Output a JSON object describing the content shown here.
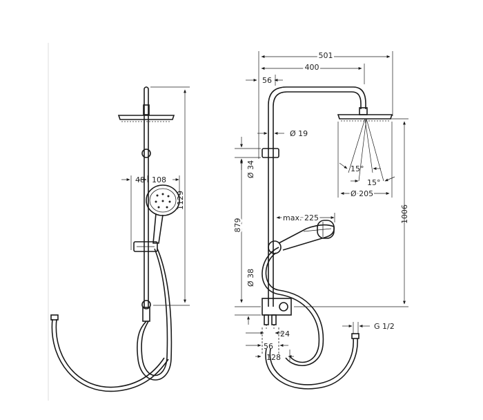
{
  "dimensions": {
    "side_height": "1129",
    "side_offset": "48",
    "side_hand": "108",
    "front_width": "501",
    "front_arm": "400",
    "front_56_top": "56",
    "dia_19": "Ø 19",
    "dia_34": "Ø 34",
    "dia_38": "Ø 38",
    "h_879": "879",
    "max_225": "max. 225",
    "h_1006": "1006",
    "angle_left": "15°",
    "angle_right": "15°",
    "dia_205": "Ø 205",
    "d_24": "24",
    "d_56_bottom": "56",
    "d_128": "128",
    "thread": "G 1/2"
  }
}
